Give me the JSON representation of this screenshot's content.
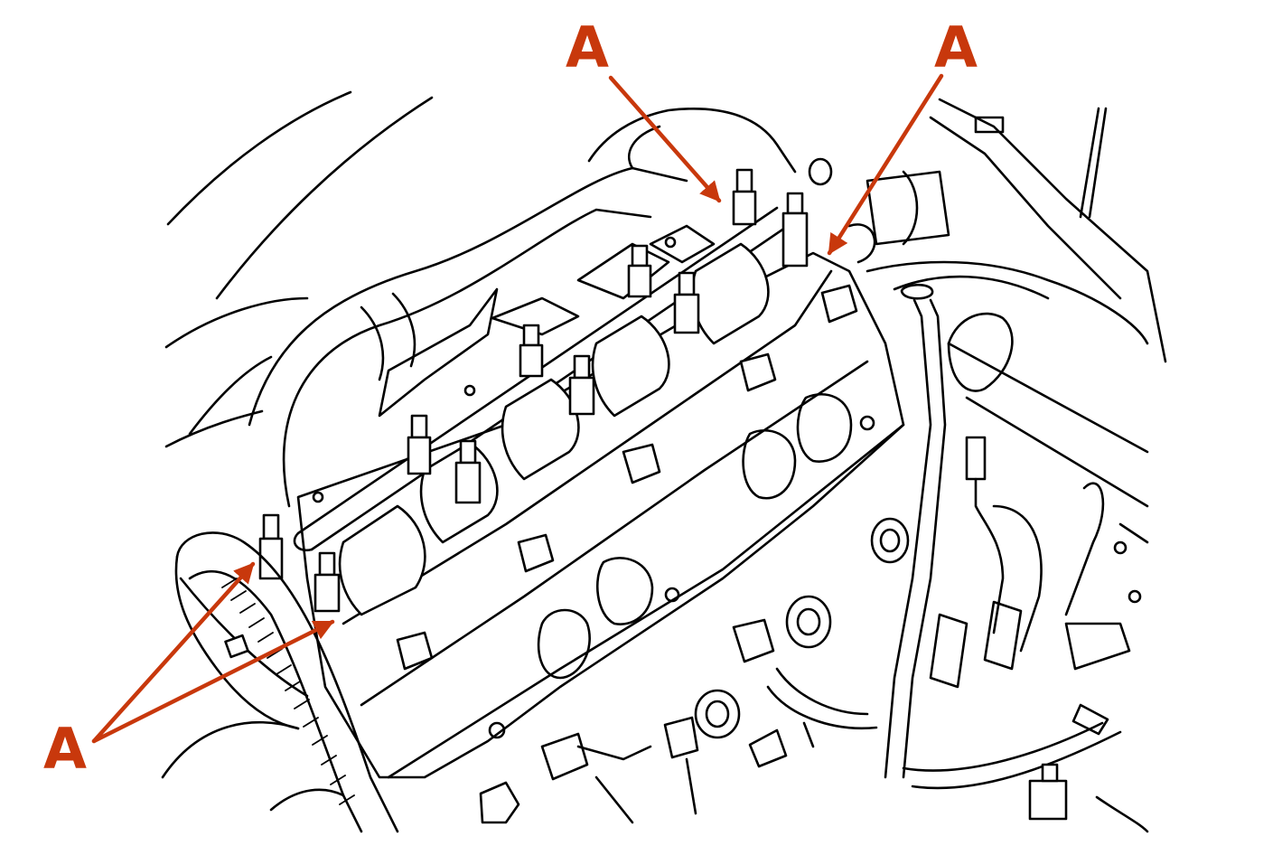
{
  "diagram": {
    "callouts": [
      {
        "id": "callout-top-left",
        "label": "A"
      },
      {
        "id": "callout-top-right",
        "label": "A"
      },
      {
        "id": "callout-bottom-left",
        "label": "A"
      }
    ],
    "colors": {
      "callout": "#c8380c",
      "line_art": "#000000",
      "background": "#ffffff"
    }
  }
}
